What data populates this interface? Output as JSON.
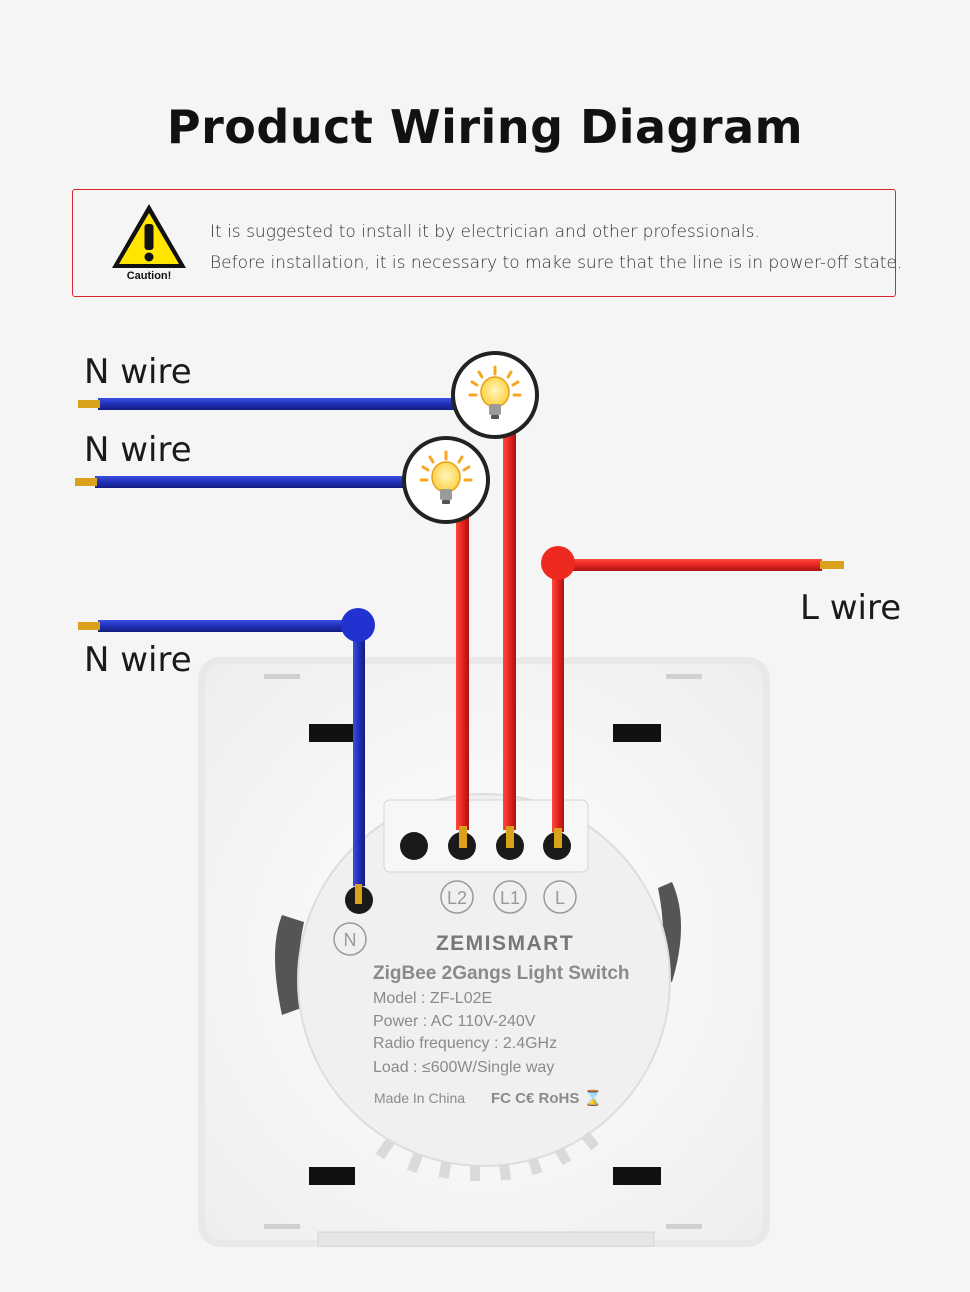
{
  "title": "Product Wiring Diagram",
  "caution": {
    "label": "Caution!",
    "line1": "It is suggested to install it by electrician and other professionals.",
    "line2": "Before installation, it is necessary to make sure that the line is in power-off state."
  },
  "wires": {
    "n_wire_1": "N wire",
    "n_wire_2": "N wire",
    "n_wire_3": "N wire",
    "l_wire": "L wire"
  },
  "terminals": {
    "l2": "L2",
    "l1": "L1",
    "l": "L",
    "n": "N"
  },
  "device": {
    "brand": "ZEMISMART",
    "product": "ZigBee 2Gangs Light Switch",
    "model": "Model : ZF-L02E",
    "power": "Power : AC 110V-240V",
    "radio": "Radio frequency : 2.4GHz",
    "load": "Load : ≤600W/Single way",
    "origin": "Made In China",
    "certs": "FC  C€  RoHS  ⌛"
  },
  "colors": {
    "neutral_wire": "#1f2fb8",
    "live_wire": "#e52420",
    "border": "#d8262c",
    "copper": "#d9a21a"
  }
}
